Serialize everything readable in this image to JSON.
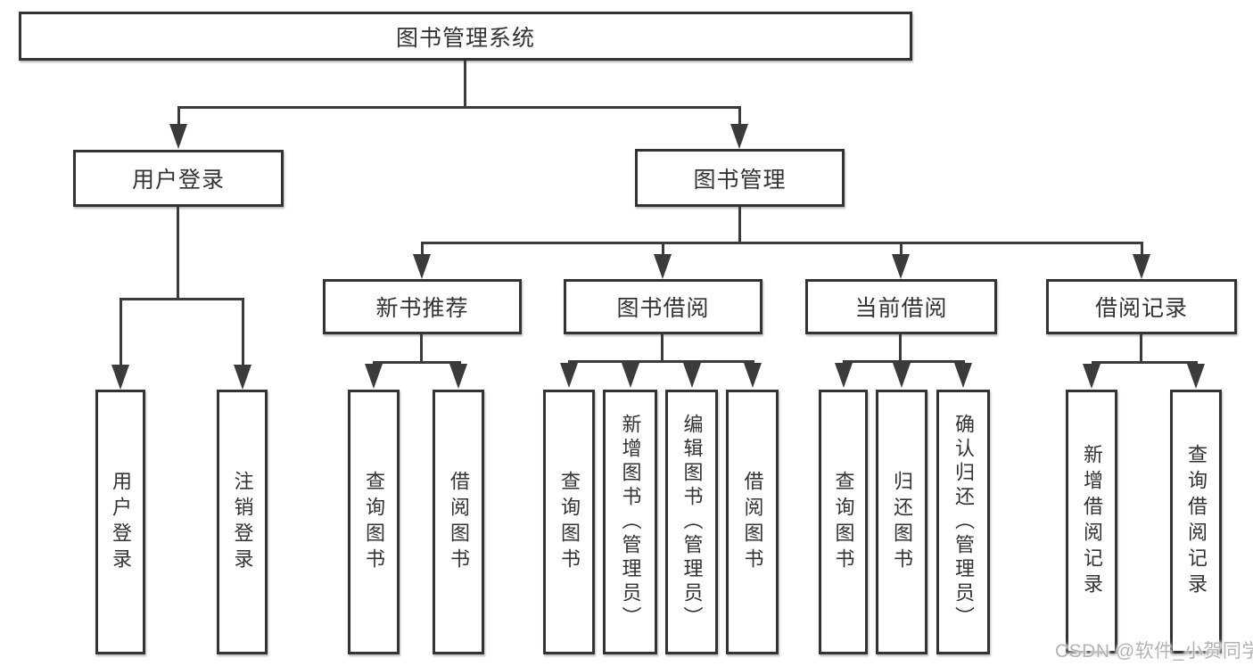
{
  "tree": {
    "root": "图书管理系统",
    "branches": [
      {
        "label": "用户登录",
        "children": [
          "用户登录",
          "注销登录"
        ]
      },
      {
        "label": "图书管理",
        "groups": [
          {
            "label": "新书推荐",
            "children": [
              "查询图书",
              "借阅图书"
            ]
          },
          {
            "label": "图书借阅",
            "children": [
              "查询图书",
              "新增图书（管理员）",
              "编辑图书（管理员）",
              "借阅图书"
            ]
          },
          {
            "label": "当前借阅",
            "children": [
              "查询图书",
              "归还图书",
              "确认归还（管理员）"
            ]
          },
          {
            "label": "借阅记录",
            "children": [
              "新增借阅记录",
              "查询借阅记录"
            ]
          }
        ]
      }
    ]
  },
  "watermark": "CSDN @软件_小贺同学",
  "colors": {
    "line": "#3b3b3b",
    "border": "#333333",
    "text": "#333333",
    "watermark": "#b3b3b3",
    "background": "#ffffff"
  }
}
